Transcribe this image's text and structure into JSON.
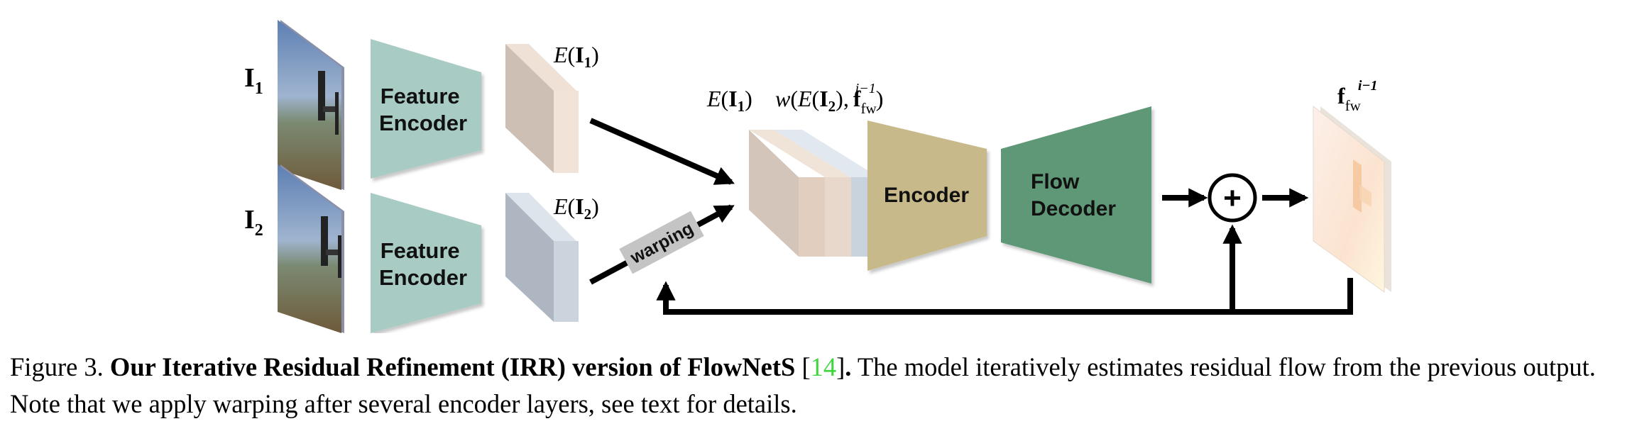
{
  "inputs": [
    {
      "label_main": "I",
      "label_sub": "1"
    },
    {
      "label_main": "I",
      "label_sub": "2"
    }
  ],
  "blocks": {
    "feature_encoder_top": [
      "Feature",
      "Encoder"
    ],
    "feature_encoder_bottom": [
      "Feature",
      "Encoder"
    ],
    "encoder": "Encoder",
    "flow_decoder": [
      "Flow",
      "Decoder"
    ],
    "warping": "warping",
    "plus": "+"
  },
  "math_labels": {
    "E": "E",
    "open": "(",
    "close": ")",
    "I": "I",
    "one": "1",
    "two": "2",
    "w": "w",
    "comma": ",",
    "f": "f",
    "fw": "fw",
    "iminus1": "i−1"
  },
  "caption": {
    "lead": "Figure 3.",
    "bold_title": "Our Iterative Residual Refinement (IRR) version of FlowNetS",
    "citation_open": "[",
    "citation": "14",
    "citation_close": "]",
    "bold_period": ".",
    "body": "The model iteratively estimates residual flow from the previous output. Note that we apply warping after several encoder layers, see text for details."
  },
  "colors": {
    "feature_encoder": "#a8cbc4",
    "encoder": "#c8b98a",
    "flow_decoder": "#5f9877",
    "feature_I1": "#e8d5c8",
    "feature_I2": "#c9d3dd",
    "warping_tag": "#c4c4c4",
    "citation": "#3dd63d"
  },
  "icons": {
    "input_images": "photo-of-chair-by-sea",
    "output_flow": "flow-field-image"
  }
}
